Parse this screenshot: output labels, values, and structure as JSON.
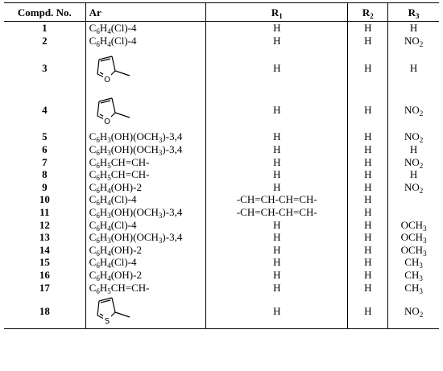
{
  "headers": {
    "no": "Compd. No.",
    "ar": "Ar",
    "r1_base": "R",
    "r1_sub": "1",
    "r2_base": "R",
    "r2_sub": "2",
    "r3_base": "R",
    "r3_sub": "3"
  },
  "rows": [
    {
      "no": "1",
      "ar_html": "C<sub>6</sub>H<sub>4</sub>(Cl)-4",
      "r1": "H",
      "r2": "H",
      "r3_html": "H"
    },
    {
      "no": "2",
      "ar_html": "C<sub>6</sub>H<sub>4</sub>(Cl)-4",
      "r1": "H",
      "r2": "H",
      "r3_html": "NO<sub>2</sub>"
    },
    {
      "no": "3",
      "ar_icon": "2-methylfuran-icon",
      "ring_letter": "O",
      "r1": "H",
      "r2": "H",
      "r3_html": "H"
    },
    {
      "no": "4",
      "ar_icon": "2-methylfuran-icon",
      "ring_letter": "O",
      "r1": "H",
      "r2": "H",
      "r3_html": "NO<sub>2</sub>"
    },
    {
      "no": "5",
      "ar_html": "C<sub>6</sub>H<sub>3</sub>(OH)(OCH<sub>3</sub>)-3,4",
      "r1": "H",
      "r2": "H",
      "r3_html": "NO<sub>2</sub>"
    },
    {
      "no": "6",
      "ar_html": "C<sub>6</sub>H<sub>3</sub>(OH)(OCH<sub>3</sub>)-3,4",
      "r1": "H",
      "r2": "H",
      "r3_html": "H"
    },
    {
      "no": "7",
      "ar_html": "C<sub>6</sub>H<sub>5</sub>CH=CH-",
      "r1": "H",
      "r2": "H",
      "r3_html": "NO<sub>2</sub>"
    },
    {
      "no": "8",
      "ar_html": "C<sub>6</sub>H<sub>5</sub>CH=CH-",
      "r1": "H",
      "r2": "H",
      "r3_html": "H"
    },
    {
      "no": "9",
      "ar_html": "C<sub>6</sub>H<sub>4</sub>(OH)-2",
      "r1": "H",
      "r2": "H",
      "r3_html": "NO<sub>2</sub>"
    },
    {
      "no": "10",
      "ar_html": "C<sub>6</sub>H<sub>4</sub>(Cl)-4",
      "r1": "-CH=CH-CH=CH-",
      "r2": "H",
      "r3_html": ""
    },
    {
      "no": "11",
      "ar_html": "C<sub>6</sub>H<sub>3</sub>(OH)(OCH<sub>3</sub>)-3,4",
      "r1": "-CH=CH-CH=CH-",
      "r2": "H",
      "r3_html": ""
    },
    {
      "no": "12",
      "ar_html": "C<sub>6</sub>H<sub>4</sub>(Cl)-4",
      "r1": "H",
      "r2": "H",
      "r3_html": "OCH<sub>3</sub>"
    },
    {
      "no": "13",
      "ar_html": "C<sub>6</sub>H<sub>3</sub>(OH)(OCH<sub>3</sub>)-3,4",
      "r1": "H",
      "r2": "H",
      "r3_html": "OCH<sub>3</sub>"
    },
    {
      "no": "14",
      "ar_html": "C<sub>6</sub>H<sub>4</sub>(OH)-2",
      "r1": "H",
      "r2": "H",
      "r3_html": "OCH<sub>3</sub>"
    },
    {
      "no": "15",
      "ar_html": "C<sub>6</sub>H<sub>4</sub>(Cl)-4",
      "r1": "H",
      "r2": "H",
      "r3_html": "CH<sub>3</sub>"
    },
    {
      "no": "16",
      "ar_html": "C<sub>6</sub>H<sub>4</sub>(OH)-2",
      "r1": "H",
      "r2": "H",
      "r3_html": "CH<sub>3</sub>"
    },
    {
      "no": "17",
      "ar_html": "C<sub>6</sub>H<sub>5</sub>CH=CH-",
      "r1": "H",
      "r2": "H",
      "r3_html": "CH<sub>3</sub>"
    },
    {
      "no": "18",
      "ar_icon": "2-methylthiophene-icon",
      "ring_letter": "S",
      "r1": "H",
      "r2": "H",
      "r3_html": "NO<sub>2</sub>"
    }
  ]
}
